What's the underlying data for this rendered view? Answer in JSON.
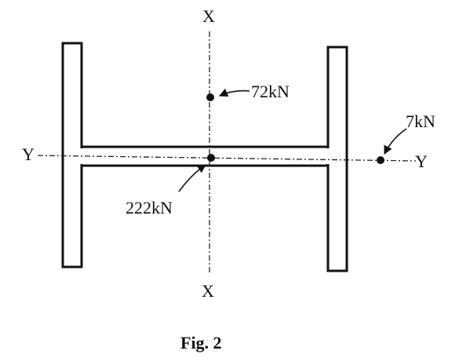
{
  "diagram": {
    "axes": {
      "x_top": "X",
      "x_bottom": "X",
      "y_left": "Y",
      "y_right": "Y"
    },
    "loads": [
      {
        "label": "72kN"
      },
      {
        "label": "7kN"
      },
      {
        "label": "222kN"
      }
    ],
    "caption": "Fig. 2",
    "colors": {
      "ink": "#111111",
      "background": "#ffffff"
    }
  }
}
